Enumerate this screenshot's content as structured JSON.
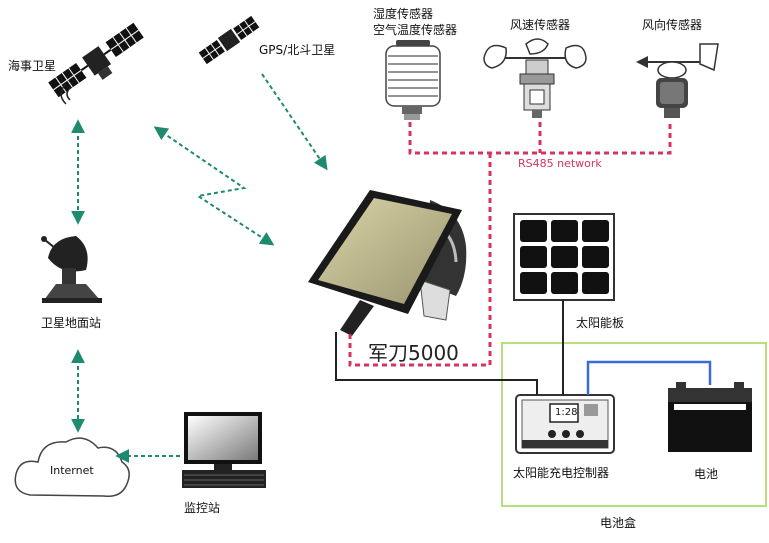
{
  "labels": {
    "maritime_satellite": "海事卫星",
    "gps_beidou": "GPS/北斗卫星",
    "humidity_sensor": "湿度传感器",
    "air_temp_humidity_sensor": "空气温度传感器",
    "wind_speed_sensor": "风速传感器",
    "wind_direction_sensor": "风向传感器",
    "rs485": "RS485 network",
    "ground_station": "卫星地面站",
    "terminal": "军刀5000",
    "solar_panel": "太阳能板",
    "internet": "Internet",
    "monitor_station": "监控站",
    "charge_controller": "太阳能充电控制器",
    "battery": "电池",
    "battery_box": "电池盒",
    "controller_display": "1:28"
  },
  "colors": {
    "green_link": "#1e8a6e",
    "rs485_red": "#d6335e",
    "box_green": "#b5e07c",
    "wire": "#222222",
    "blue_wire": "#3b6bd8"
  }
}
